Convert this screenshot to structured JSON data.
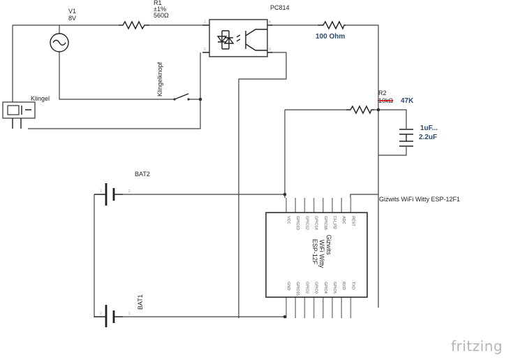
{
  "labels": {
    "v1_name": "V1",
    "v1_value": "8V",
    "r1_name": "R1",
    "r1_tol": "±1%",
    "r1_value": "560Ω",
    "pc814": "PC814",
    "r100": "100 Ohm",
    "klingelknopf": "Klingelknopf",
    "klingel": "Klingel",
    "r2_name": "R2",
    "r2_struck": "10kΩ",
    "r2_value": "47K",
    "cap_line1": "1uF...",
    "cap_line2": "2.2uF",
    "bat2": "BAT2",
    "bat1": "BAT1",
    "module_title": "Gizwits WiFi Witty ESP-12F1",
    "chip_line1": "Gizwits",
    "chip_line2": "WiFi Witty",
    "chip_line3": "ESP-12F",
    "brand": "fritzing"
  },
  "top_pins": [
    "VCC",
    "GPIO13",
    "GPIO12",
    "GPIO14",
    "GPIO16",
    "CH_PD",
    "ADC",
    "REST"
  ],
  "bottom_pins": [
    "GND",
    "GPIO15",
    "GPIO2",
    "GPIO0",
    "GPIO4",
    "GPIO5",
    "RXD",
    "TXD"
  ],
  "colors": {
    "wire": "#404040",
    "label_accent": "#2c4a6e",
    "strike": "#cc0000",
    "brand": "#b5b5b5"
  }
}
